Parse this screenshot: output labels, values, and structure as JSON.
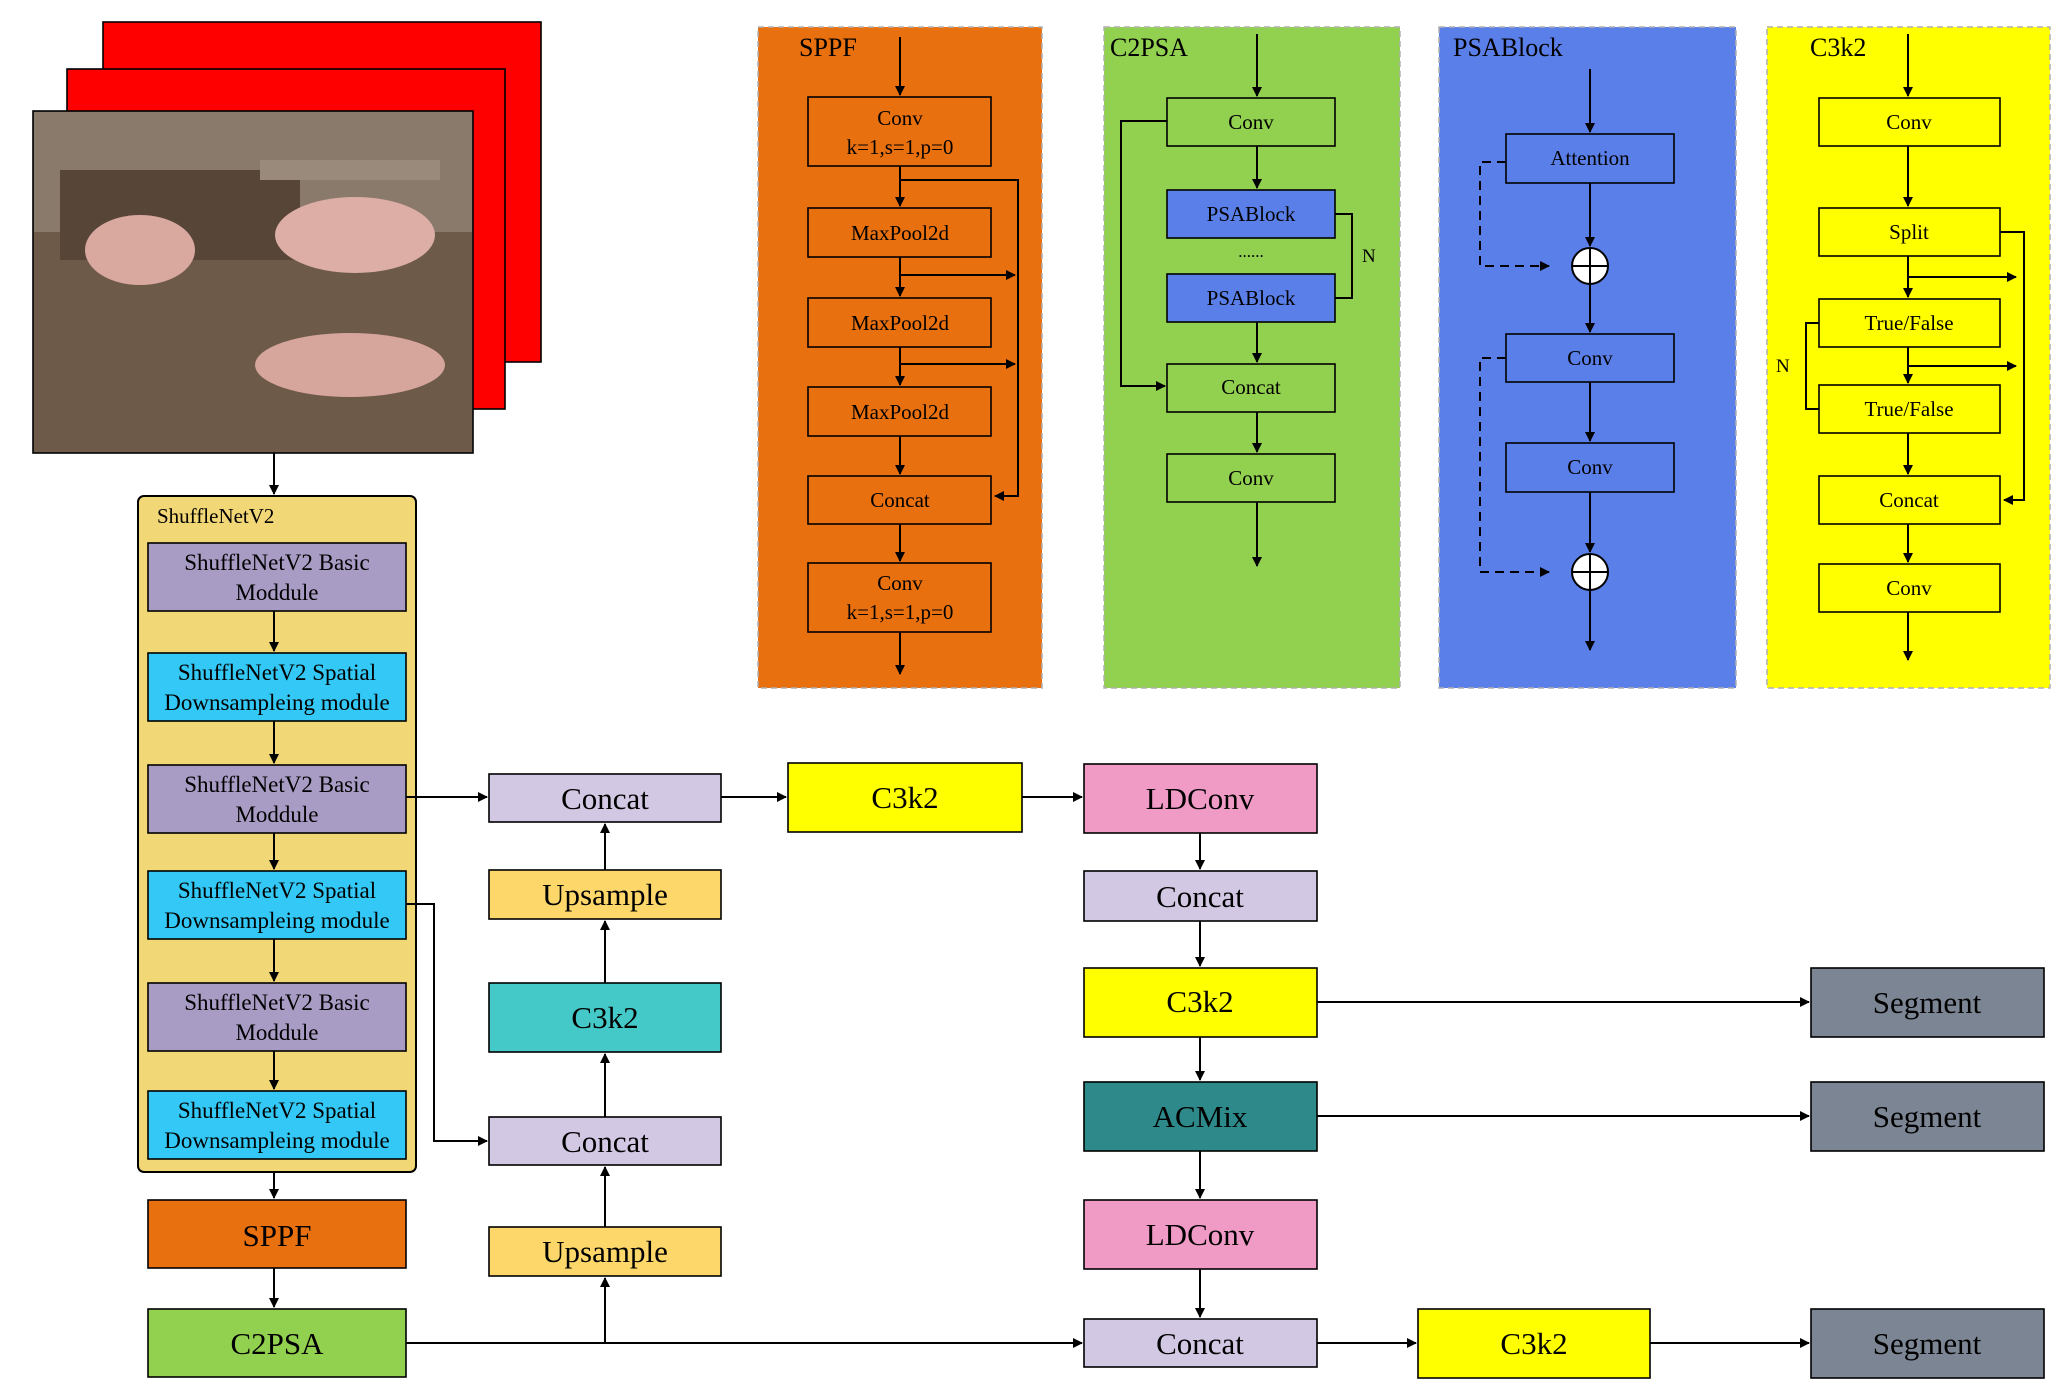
{
  "colors": {
    "orange": "#e8700f",
    "green": "#92d050",
    "blue": "#5b7fe8",
    "yellow": "#ffff00",
    "purple": "#a89cc4",
    "cyan": "#33c8f5",
    "lavender": "#d3c8e4",
    "light_orange": "#fdd76a",
    "teal": "#44c8c8",
    "pink": "#f09ac6",
    "dark_teal": "#2e8a8a",
    "gray": "#7c8593",
    "red": "#ff0000",
    "backbone_bg": "#f2d777"
  },
  "input_image": {
    "description_icon": "pigs-in-pen-photo"
  },
  "backbone": {
    "title": "ShuffleNetV2",
    "basic_l1": "ShuffleNetV2 Basic",
    "basic_l2": "Moddule",
    "down_l1": "ShuffleNetV2 Spatial",
    "down_l2": "Downsampleing module",
    "sppf": "SPPF",
    "c2psa": "C2PSA"
  },
  "neck": {
    "concat": "Concat",
    "upsample": "Upsample",
    "c3k2": "C3k2",
    "ldconv": "LDConv",
    "acmix": "ACMix"
  },
  "head": {
    "segment": "Segment"
  },
  "sppf_panel": {
    "title": "SPPF",
    "conv_l1": "Conv",
    "conv_l2": "k=1,s=1,p=0",
    "maxpool": "MaxPool2d",
    "concat": "Concat"
  },
  "c2psa_panel": {
    "title": "C2PSA",
    "conv": "Conv",
    "psablock": "PSABlock",
    "dots": "......",
    "n": "N",
    "concat": "Concat"
  },
  "psablock_panel": {
    "title": "PSABlock",
    "attention": "Attention",
    "conv": "Conv"
  },
  "c3k2_panel": {
    "title": "C3k2",
    "conv": "Conv",
    "split": "Split",
    "truefalse": "True/False",
    "n": "N",
    "concat": "Concat"
  }
}
